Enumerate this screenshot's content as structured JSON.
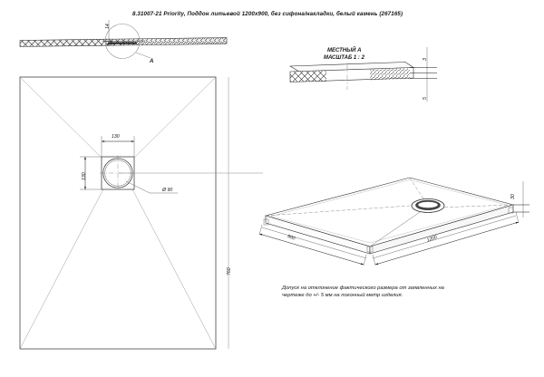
{
  "drawing": {
    "title": "8.31007-21 Priority, Поддон литьевой 1200x900, без сифона/накладки, белый камень (267165)",
    "note_line1": "Допуск на отклонение фактического размера от заявленных на",
    "note_line2": "чертеже до +/- 5 мм на погонный метр изделия.",
    "ink": "#141414",
    "thin": "#9a9a9a"
  },
  "section_view": {
    "detail_marker": "A",
    "thickness_dim": "14"
  },
  "detail_view": {
    "title_line1": "МЕСТНЫЙ A",
    "title_line2": "МАСШТАБ 1 : 2",
    "dim_top": "3",
    "dim_bottom": "5"
  },
  "plan_view": {
    "drain_width": "130",
    "drain_height": "130",
    "drain_diameter": "Ø 90",
    "overall_height": "760"
  },
  "iso_view": {
    "dim_left": "900",
    "dim_right": "1200",
    "dim_thickness": "30"
  }
}
